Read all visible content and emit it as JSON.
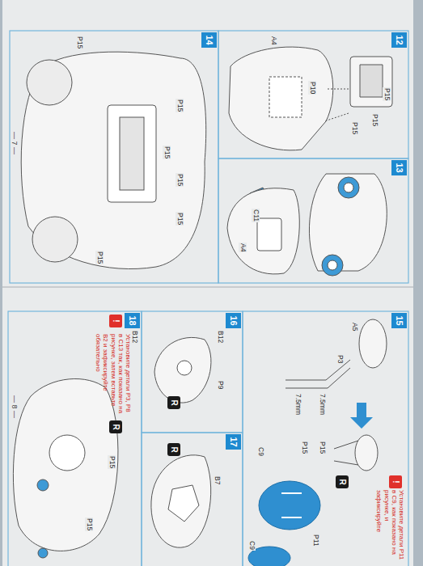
{
  "diagram": {
    "nodes": [
      {
        "text": [
          "12"
        ]
      },
      {
        "text": [
          "13"
        ]
      },
      {
        "text": [
          "14"
        ]
      },
      {
        "text": [
          "15"
        ]
      },
      {
        "text": [
          "!"
        ]
      },
      {
        "text": [
          "R"
        ]
      },
      {
        "text": [
          "16"
        ]
      },
      {
        "text": [
          "R"
        ]
      },
      {
        "text": [
          "17"
        ]
      },
      {
        "text": [
          "R"
        ]
      },
      {
        "text": [
          "18"
        ]
      },
      {
        "text": [
          "!"
        ]
      },
      {
        "text": [
          "R"
        ]
      }
    ],
    "labels": [
      "P15",
      "P15",
      "P15",
      "P10",
      "A4",
      "A4",
      "C11",
      "P15",
      "P15",
      "P15",
      "P15",
      "P15",
      "P15",
      "A5",
      "P3",
      "7.5mm",
      "7.5mm",
      "P15",
      "P15",
      "C9",
      "P11",
      "C9",
      "Установите детали P11 в C9, как показано на рисунке, и зафиксируйте",
      "B12",
      "P9",
      "B7",
      "B12",
      "P15",
      "P15",
      "Установите детали P3, P8 в C13 так, как показано на рисунке, затем вставьте B2 и зафиксируйте обязательно",
      "— 7 —",
      "— 8 —"
    ]
  }
}
